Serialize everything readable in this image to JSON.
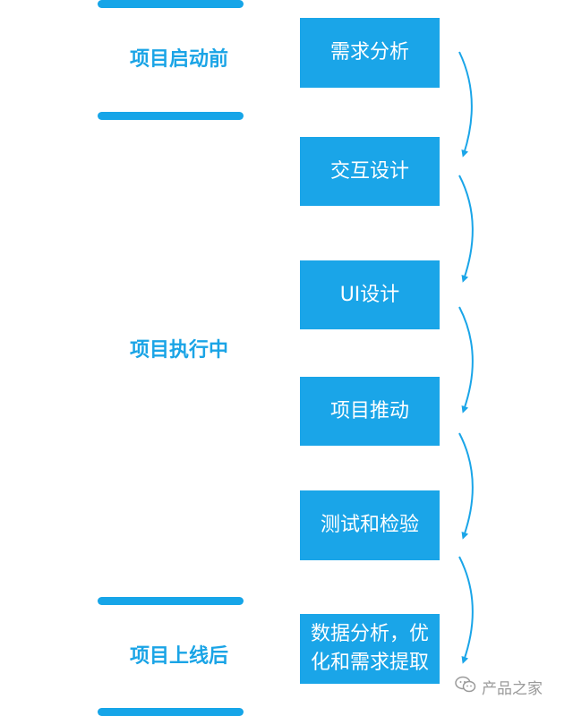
{
  "phases": [
    {
      "label": "项目启动前"
    },
    {
      "label": "项目执行中"
    },
    {
      "label": "项目上线后"
    }
  ],
  "steps": [
    {
      "label": "需求分析"
    },
    {
      "label": "交互设计"
    },
    {
      "label": "UI设计"
    },
    {
      "label": "项目推动"
    },
    {
      "label": "测试和检验"
    },
    {
      "label": "数据分析，优化和需求提取"
    }
  ],
  "watermark": {
    "text": "产品之家",
    "icon": "wechat-icon"
  },
  "colors": {
    "accent": "#1aa5e8",
    "watermark": "#9a9a9a"
  }
}
